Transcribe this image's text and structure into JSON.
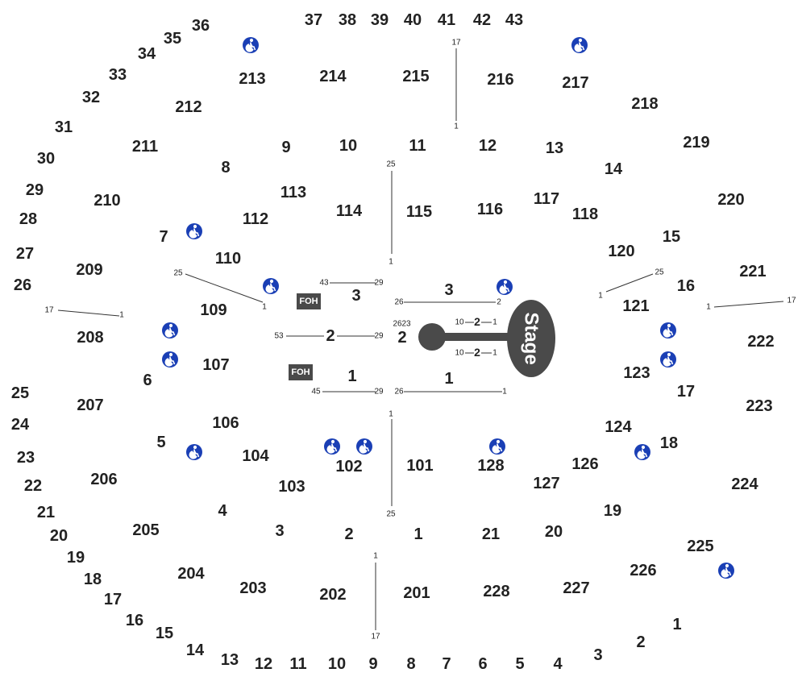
{
  "colors": {
    "accessible": "#1a3fb5",
    "stage": "#4a4a4a",
    "foh": "#4a4a4a",
    "text": "#222222",
    "background": "#ffffff"
  },
  "stage": {
    "label": "Stage"
  },
  "foh_label": "FOH",
  "upper_ring_sections": [
    "213",
    "214",
    "215",
    "216",
    "217",
    "218",
    "219",
    "220",
    "221",
    "222",
    "223",
    "224",
    "225",
    "226",
    "227",
    "228",
    "201",
    "202",
    "203",
    "204",
    "205",
    "206",
    "207",
    "208",
    "209",
    "210",
    "211",
    "212"
  ],
  "lower_ring_sections": [
    "113",
    "114",
    "115",
    "116",
    "117",
    "118",
    "120",
    "121",
    "123",
    "124",
    "126",
    "127",
    "128",
    "101",
    "102",
    "103",
    "104",
    "106",
    "107",
    "109",
    "110",
    "112"
  ],
  "floor_sections": [
    "3",
    "2",
    "1",
    "3",
    "2",
    "1",
    "2",
    "2"
  ],
  "outer_rows_top": [
    "37",
    "38",
    "39",
    "40",
    "41",
    "42",
    "43"
  ],
  "outer_rows_left": [
    "36",
    "35",
    "34",
    "33",
    "32",
    "31",
    "30",
    "29",
    "28",
    "27",
    "26",
    "25",
    "24",
    "23",
    "22",
    "21",
    "20",
    "19",
    "18",
    "17",
    "16",
    "15",
    "14",
    "13",
    "12",
    "11",
    "10",
    "9",
    "8",
    "7",
    "6",
    "5",
    "4",
    "3",
    "2",
    "1"
  ],
  "inner_rows": [
    "9",
    "10",
    "11",
    "12",
    "13",
    "14",
    "15",
    "16",
    "17",
    "18",
    "19",
    "20",
    "21",
    "1",
    "2",
    "3",
    "4",
    "5",
    "6",
    "7",
    "8"
  ],
  "row_numbers": [
    "17",
    "1",
    "25",
    "1",
    "43",
    "29",
    "25",
    "1",
    "17",
    "1",
    "53",
    "29",
    "26",
    "2",
    "26",
    "23",
    "10",
    "1",
    "10",
    "1",
    "26",
    "1",
    "45",
    "29",
    "25",
    "1",
    "1",
    "17",
    "1",
    "25",
    "1",
    "17"
  ]
}
